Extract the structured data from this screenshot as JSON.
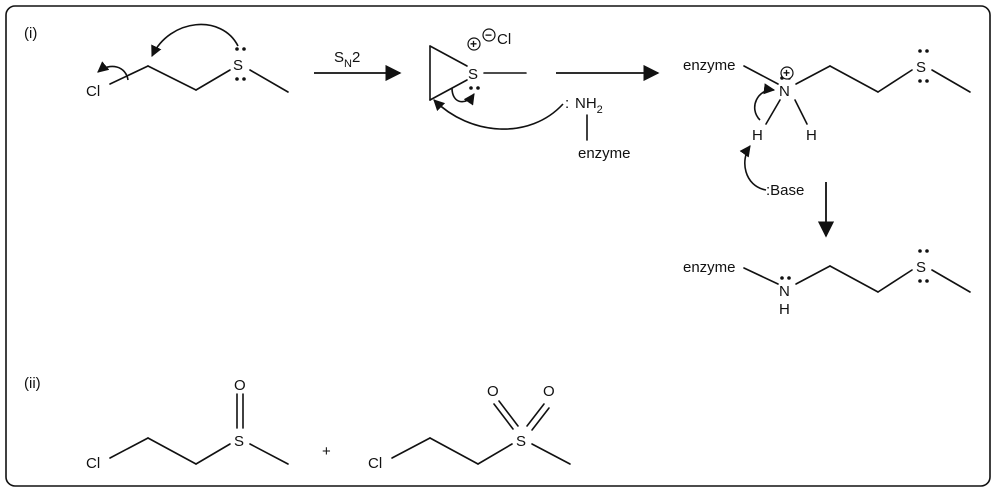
{
  "panels": {
    "panel_i": "(i)",
    "panel_ii": "(ii)"
  },
  "atoms": {
    "cl": "Cl",
    "s": "S",
    "n": "N",
    "h": "H",
    "o": "O",
    "nh": "NH",
    "nh_sub": "2",
    "enzyme": "enzyme",
    "base": ":Base",
    "colon": ":",
    "plus_sign": "+"
  },
  "reaction": {
    "sn_s": "S",
    "sn_sub": "N",
    "sn_num": "2"
  },
  "charges": {
    "plus": "+",
    "minus": "−"
  }
}
